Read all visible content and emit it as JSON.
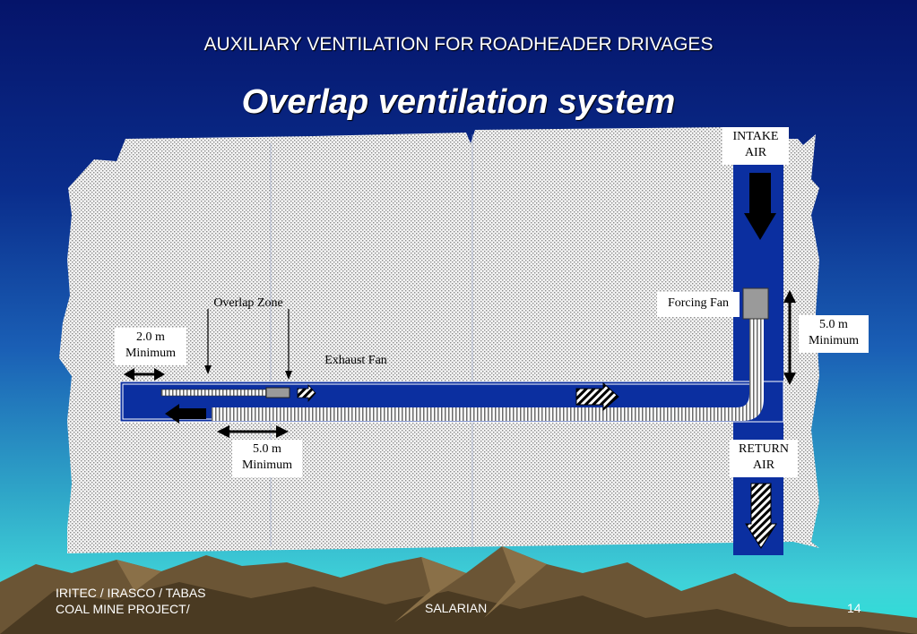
{
  "header": {
    "title": "AUXILIARY VENTILATION FOR ROADHEADER DRIVAGES",
    "subtitle": "Overlap ventilation system"
  },
  "diagram": {
    "intake_label_line1": "INTAKE",
    "intake_label_line2": "AIR",
    "return_label_line1": "RETURN",
    "return_label_line2": "AIR",
    "forcing_fan_label": "Forcing Fan",
    "exhaust_fan_label": "Exhaust Fan",
    "overlap_zone_label": "Overlap Zone",
    "dim_left_line1": "2.0 m",
    "dim_left_line2": "Minimum",
    "dim_bottom_line1": "5.0 m",
    "dim_bottom_line2": "Minimum",
    "dim_right_line1": "5.0 m",
    "dim_right_line2": "Minimum",
    "colors": {
      "airway": "#0b2fa0",
      "rock": "#f2f2f2",
      "fan": "#9a9a9a"
    }
  },
  "footer": {
    "left_line1": "IRITEC / IRASCO / TABAS",
    "left_line2": "COAL MINE PROJECT/",
    "center": "SALARIAN",
    "page_number": "14"
  }
}
